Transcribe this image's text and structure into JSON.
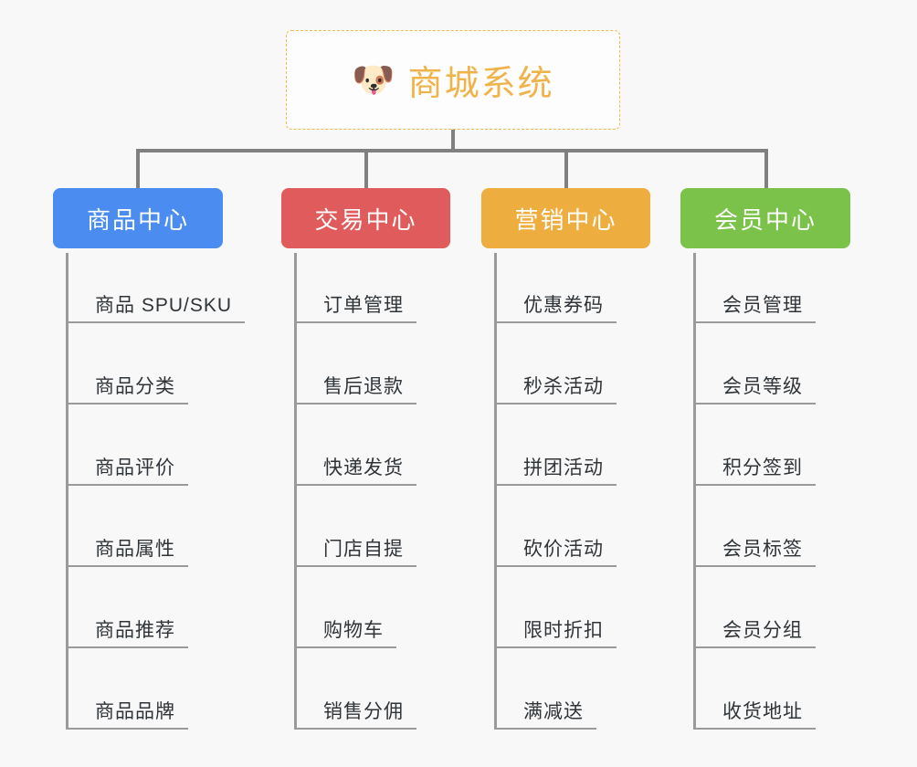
{
  "background_color": "#f8f8f8",
  "root": {
    "icon": "shiba-dog-face-icon",
    "emoji": "🐶",
    "title": "商城系统",
    "text_color": "#f0b34a",
    "border_color": "#f0b94a"
  },
  "connector_color": "#808080",
  "branch_line_color": "#9a9a9a",
  "categories": [
    {
      "label": "商品中心",
      "color": "#4a8cf0",
      "items": [
        "商品 SPU/SKU",
        "商品分类",
        "商品评价",
        "商品属性",
        "商品推荐",
        "商品品牌"
      ]
    },
    {
      "label": "交易中心",
      "color": "#e05c5c",
      "items": [
        "订单管理",
        "售后退款",
        "快递发货",
        "门店自提",
        "购物车",
        "销售分佣"
      ]
    },
    {
      "label": "营销中心",
      "color": "#eeae3f",
      "items": [
        "优惠券码",
        "秒杀活动",
        "拼团活动",
        "砍价活动",
        "限时折扣",
        "满减送"
      ]
    },
    {
      "label": "会员中心",
      "color": "#7bc24a",
      "items": [
        "会员管理",
        "会员等级",
        "积分签到",
        "会员标签",
        "会员分组",
        "收货地址"
      ]
    }
  ]
}
